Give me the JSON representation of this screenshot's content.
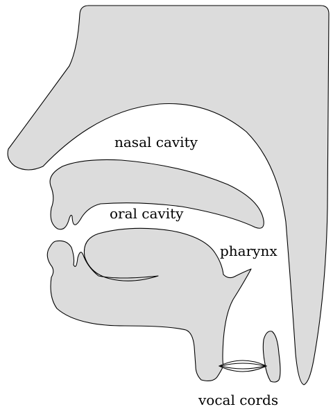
{
  "diagram": {
    "labels": {
      "nasal_cavity": "nasal cavity",
      "oral_cavity": "oral cavity",
      "pharynx": "pharynx",
      "vocal_cords": "vocal cords"
    }
  }
}
